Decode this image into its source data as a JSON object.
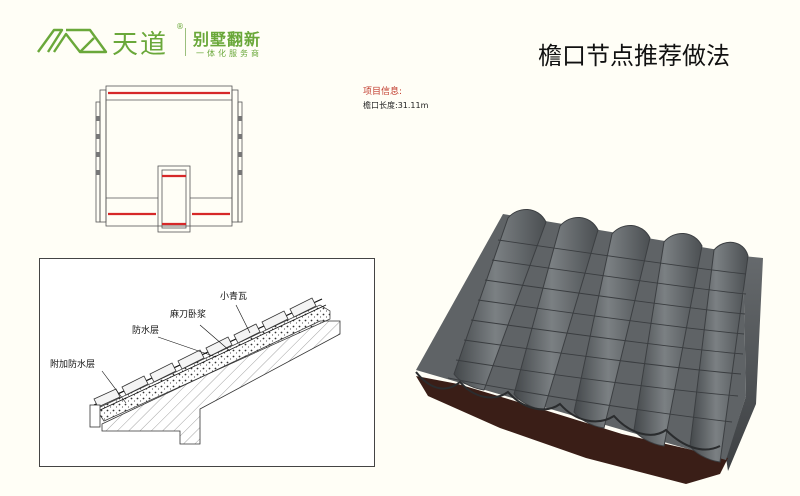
{
  "brand": {
    "name_cn": "天道",
    "registered_mark": "®",
    "tagline_cn": "别墅翻新",
    "service_line": "一体化服务商",
    "color": "#6aa83a"
  },
  "page": {
    "title": "檐口节点推荐做法"
  },
  "project_info": {
    "label": "项目信息:",
    "eave_length": "檐口长度:31.11m"
  },
  "section_drawing": {
    "labels": {
      "small_tile": "小青瓦",
      "mortar_bed": "麻刀卧浆",
      "waterproof_layer": "防水层",
      "additional_waterproof_layer": "附加防水层"
    }
  },
  "colors": {
    "plan_highlight": "#d62828",
    "tile_body": "#5f6366",
    "eave_base": "#3a1e17"
  }
}
